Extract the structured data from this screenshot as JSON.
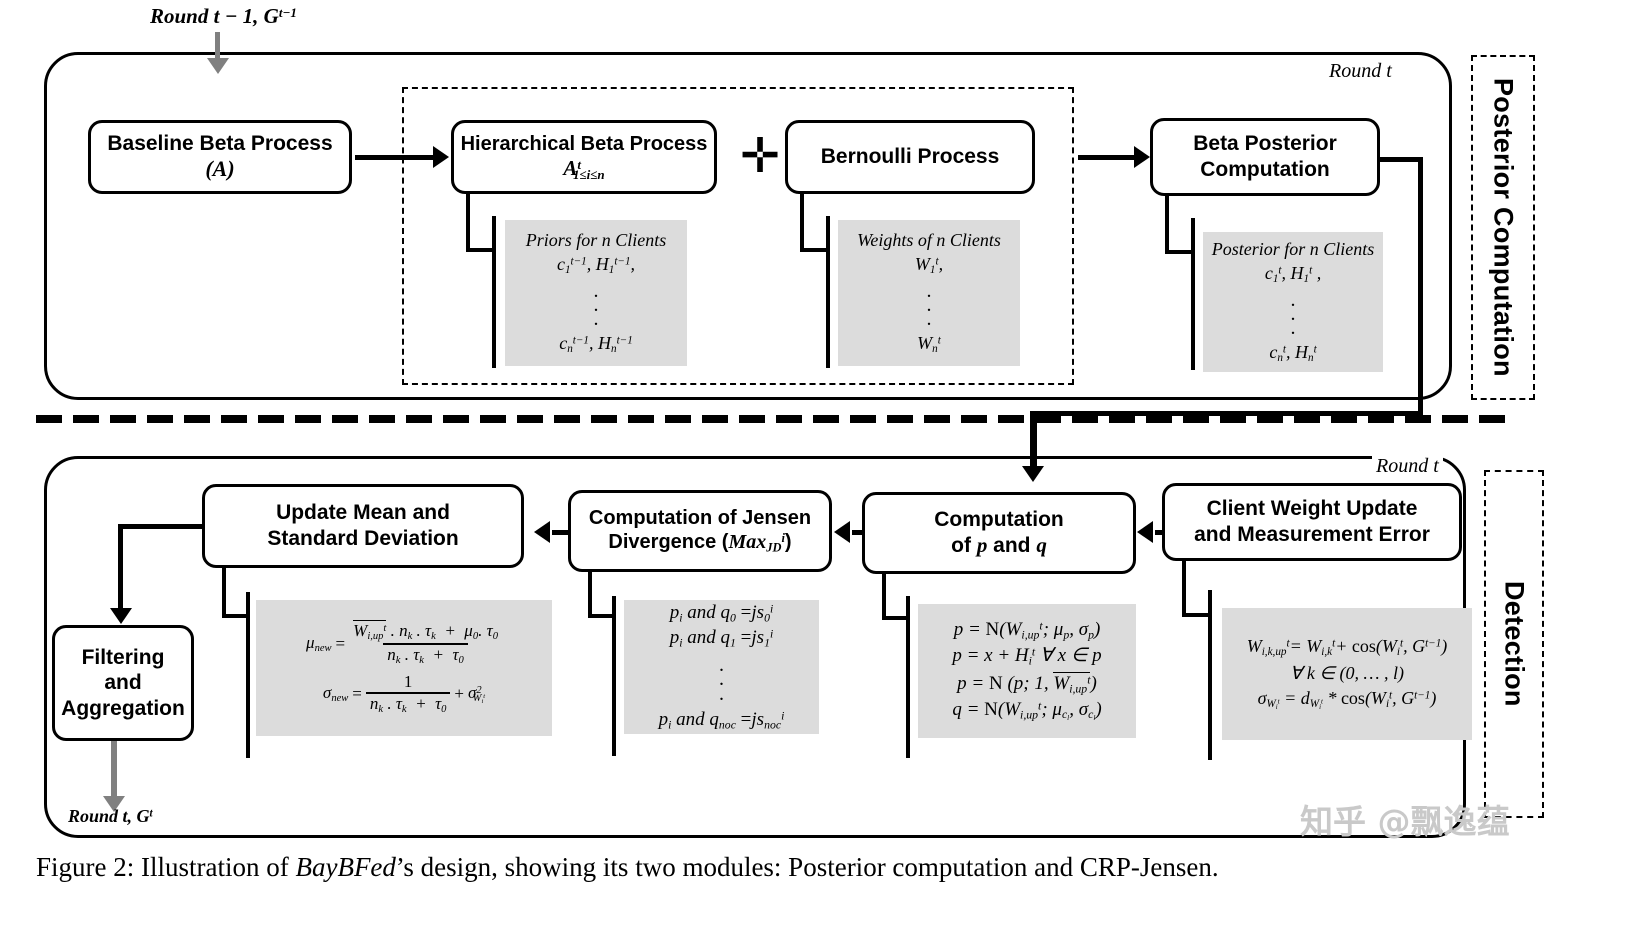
{
  "figure": {
    "caption_prefix": "Figure 2: Illustration of ",
    "caption_italic": "BayBFed",
    "caption_suffix": "’s design, showing its two modules: Posterior computation and CRP-Jensen.",
    "watermark": "知乎 @飘逸蕴"
  },
  "annotations": {
    "input_round": "Round t − 1, G",
    "input_round_sup": "t−1",
    "output_round": "Round t, G",
    "output_round_sup": "t",
    "round_t_top": "Round t",
    "round_t_bottom": "Round t"
  },
  "modules": {
    "posterior": {
      "side_label": "Posterior Computation"
    },
    "detection": {
      "side_label": "Detection"
    }
  },
  "posterior_boxes": [
    {
      "id": "baseline-beta-process",
      "line1": "Baseline Beta Process",
      "line2": "(A)"
    },
    {
      "id": "hierarchical-beta-process",
      "line1": "Hierarchical Beta Process",
      "line2": "A",
      "sup": "t",
      "sub": "1≤i≤n"
    },
    {
      "id": "bernoulli-process",
      "line1": "Bernoulli Process"
    },
    {
      "id": "beta-posterior-computation",
      "line1": "Beta Posterior",
      "line2": "Computation"
    }
  ],
  "posterior_panels": {
    "priors": {
      "title": "Priors for n Clients",
      "first": "c₁ᵗ⁻¹, H₁ᵗ⁻¹,",
      "last": "cₙᵗ⁻¹, Hₙᵗ⁻¹"
    },
    "weights": {
      "title": "Weights of n Clients",
      "first": "W₁ᵗ,",
      "last": "Wₙᵗ"
    },
    "posterior": {
      "title": "Posterior for n Clients",
      "first": "c₁ᵗ, H₁ᵗ ,",
      "last": "cₙᵗ, Hₙᵗ"
    }
  },
  "plus_symbol": "✛",
  "detection_boxes": [
    {
      "id": "filtering-and-aggregation",
      "line1": "Filtering",
      "line2": "and",
      "line3": "Aggregation"
    },
    {
      "id": "update-mean-and-standard-deviation",
      "line1": "Update Mean and",
      "line2": "Standard Deviation"
    },
    {
      "id": "computation-of-jensen-divergence",
      "line1": "Computation of Jensen",
      "line2": "Divergence (Max",
      "sup": "i",
      "sub": "JD",
      "line2_end": ")"
    },
    {
      "id": "computation-of-p-and-q",
      "line1": "Computation",
      "line2": "of p and q"
    },
    {
      "id": "client-weight-update-and-measurement-error",
      "line1": "Client Weight Update",
      "line2": "and Measurement Error"
    }
  ],
  "detection_panels": {
    "mean_std": {
      "mu_label": "μ",
      "mu_sub": "new",
      "mu_num": "W̄ᵗ i,up . n k . τ k  +  μ₀. τ₀",
      "mu_den": "n k . τ k  +  τ₀",
      "sigma_label": "σ",
      "sigma_sub": "new",
      "sigma_num": "1",
      "sigma_den": "n k . τ k  +  τ₀",
      "sigma_extra": "+ σ²_{Wᵢᵗ}"
    },
    "jensen": {
      "row1": "p i and q 0  = js 0 i",
      "row2": "p i and q 1 = js 1 i",
      "rowlast": "p i and q noc = js noc i"
    },
    "pq": {
      "row1": "p = N(Wᵗ i,up ;  μ p , σ p )",
      "row2": "p = x + Hᵗ i  ∀ x ∈ p",
      "row3": "p = N (p; 1, W̄ᵗ i,up )",
      "row4": "q = N(Wᵗ i,up ; μ c l , σ c l )"
    },
    "client_weight": {
      "row1": "Wᵗ i,k,up = Wᵗ i,k + cos(Wᵗ i , Gᵗ⁻¹)",
      "row2": "∀ k ∈ (0, … , l)",
      "row3": "σ Wᵢᵗ = d Wᵢᵗ * cos(Wᵗ i , Gᵗ⁻¹)"
    }
  },
  "colors": {
    "stroke": "#000000",
    "panel_fill": "#dcdcdc",
    "gray_arrow": "#808080",
    "background": "#ffffff"
  }
}
